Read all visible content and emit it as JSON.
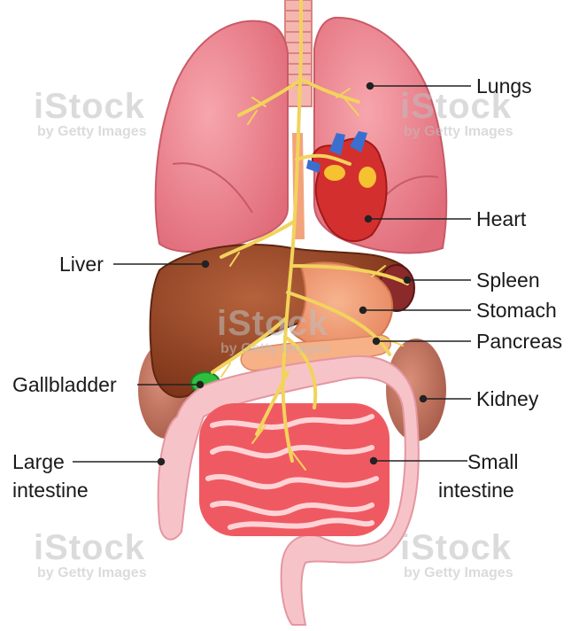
{
  "labels": {
    "lungs": "Lungs",
    "heart": "Heart",
    "liver": "Liver",
    "spleen": "Spleen",
    "stomach": "Stomach",
    "pancreas": "Pancreas",
    "gallbladder": "Gallbladder",
    "kidney": "Kidney",
    "large_intestine_1": "Large",
    "large_intestine_2": "intestine",
    "small_intestine_1": "Small",
    "small_intestine_2": "intestine"
  },
  "watermark": {
    "brand": "iStock",
    "sub": "by Getty Images"
  },
  "colors": {
    "lung": "#f28b95",
    "liver": "#a9512f",
    "heart": "#d42f2f",
    "nerve": "#f2d35c",
    "stomach": "#f4a27a",
    "spleen": "#8a2a2a",
    "gallbladder": "#2fbf3f",
    "large_intestine": "#f6c4c8",
    "small_intestine": "#ef5a62",
    "kidney": "#c97964"
  }
}
